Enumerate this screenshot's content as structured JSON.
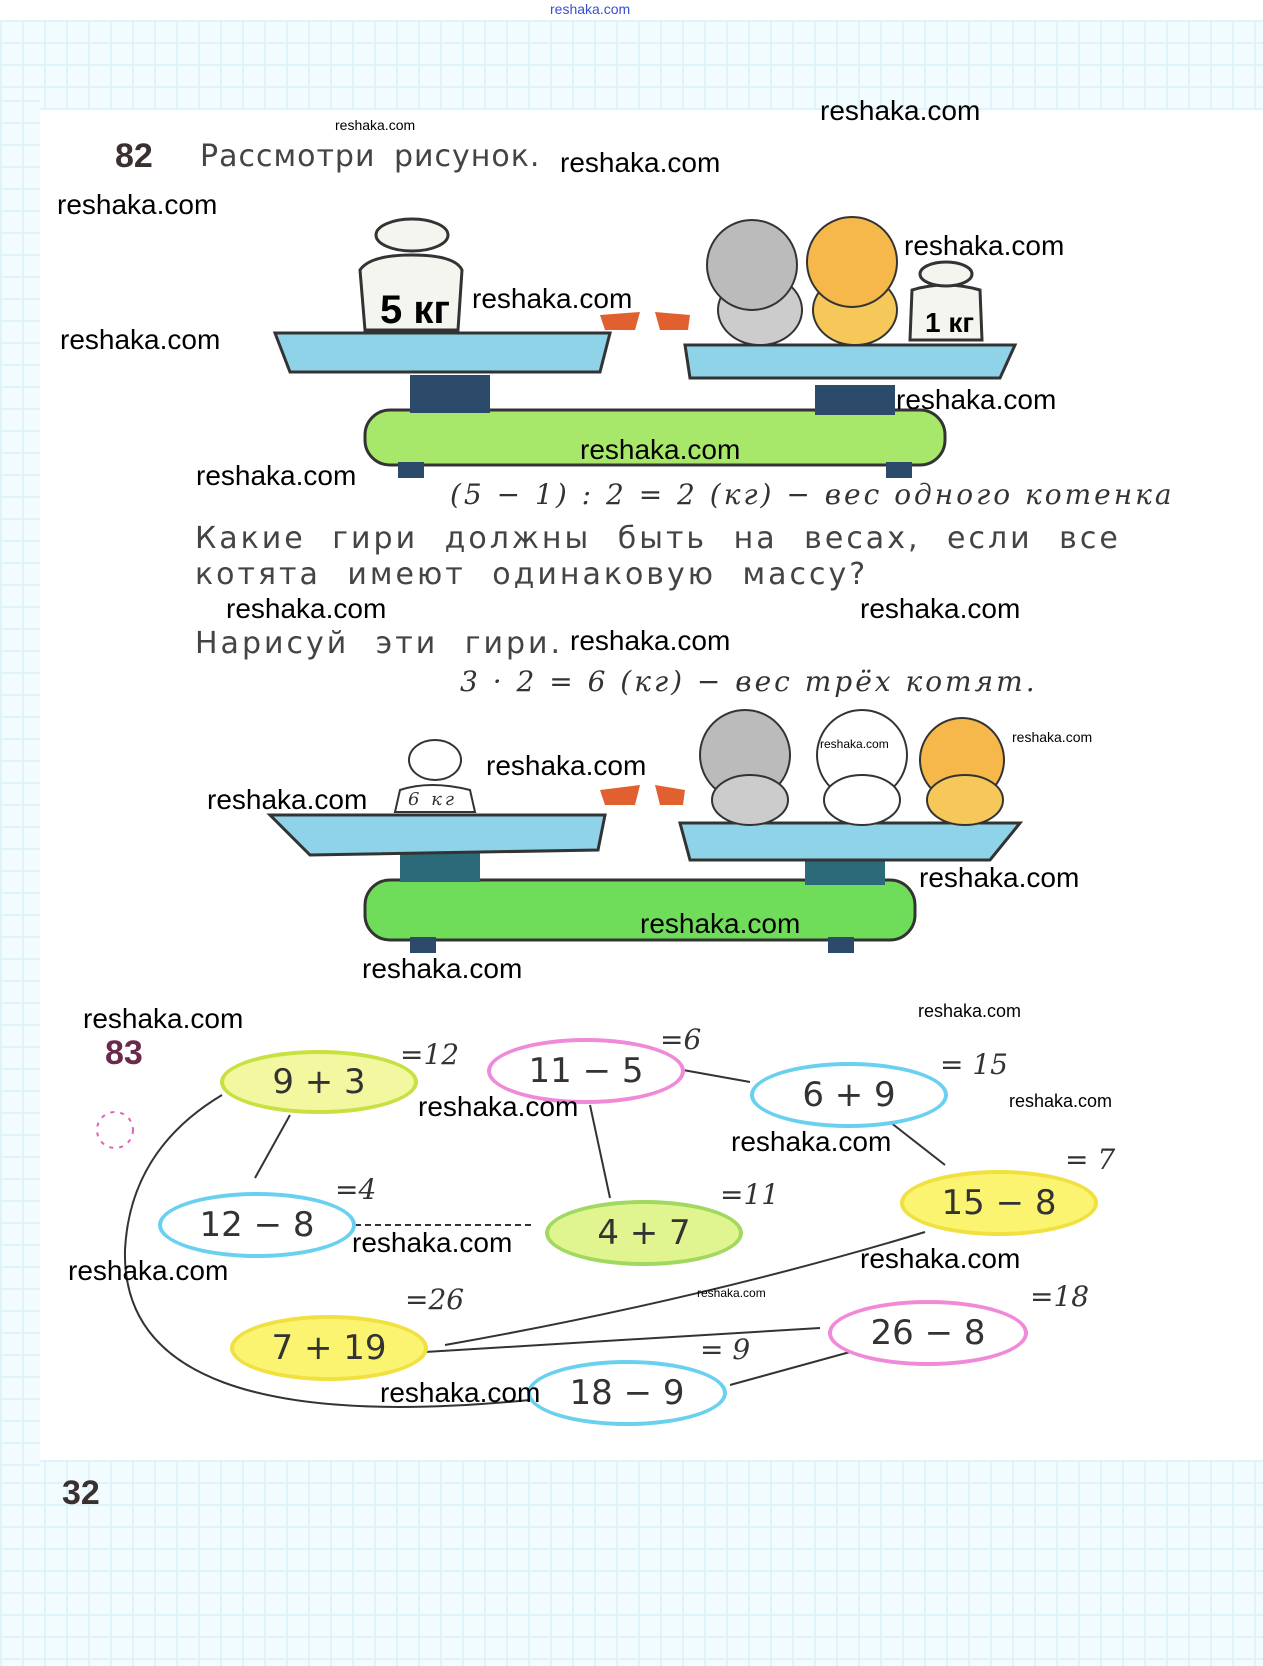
{
  "header_watermark": "reshaka.com",
  "task82": {
    "number": "82",
    "prompt": "Рассмотри рисунок.",
    "weight_left": "5 кг",
    "weight_right": "1 кг",
    "solution1": "(5 − 1) : 2 = 2 (кг) − вес одного котенка",
    "question_line1": "Какие гири должны быть на весах, если все",
    "question_line2": "котята имеют одинаковую массу?",
    "question_line3": "Нарисуй эти гири.",
    "solution2": "3 · 2 = 6 (кг) − вес трёх котят.",
    "drawn_weight": "6 кг"
  },
  "task83": {
    "number": "83",
    "nodes": [
      {
        "expr": "9 + 3",
        "result": "=12"
      },
      {
        "expr": "11 − 5",
        "result": "=6"
      },
      {
        "expr": "6 + 9",
        "result": "= 15"
      },
      {
        "expr": "12 − 8",
        "result": "=4"
      },
      {
        "expr": "4 + 7",
        "result": "=11"
      },
      {
        "expr": "15 − 8",
        "result": "= 7"
      },
      {
        "expr": "7 + 19",
        "result": "=26"
      },
      {
        "expr": "26 − 8",
        "result": "=18"
      },
      {
        "expr": "18 − 9",
        "result": "= 9"
      }
    ]
  },
  "page_number": "32",
  "watermarks": [
    "reshaka.com",
    "reshaka.com",
    "reshaka.com",
    "reshaka.com",
    "reshaka.com",
    "reshaka.com",
    "reshaka.com",
    "reshaka.com",
    "reshaka.com",
    "reshaka.com",
    "reshaka.com",
    "reshaka.com",
    "reshaka.com",
    "reshaka.com",
    "reshaka.com",
    "reshaka.com",
    "reshaka.com",
    "reshaka.com",
    "reshaka.com",
    "reshaka.com",
    "reshaka.com",
    "reshaka.com",
    "reshaka.com",
    "reshaka.com",
    "reshaka.com",
    "reshaka.com",
    "reshaka.com",
    "reshaka.com",
    "reshaka.com",
    "reshaka.com"
  ]
}
